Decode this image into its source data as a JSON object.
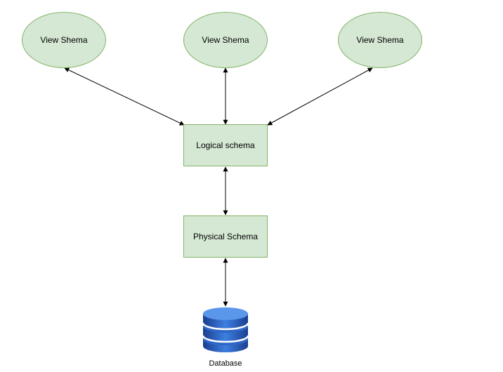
{
  "nodes": {
    "view1": "View Shema",
    "view2": "View Shema",
    "view3": "View Shema",
    "logical": "Logical schema",
    "physical": "Physical Schema",
    "database": "Database"
  },
  "colors": {
    "fill": "#d5e8d4",
    "stroke": "#82b366",
    "db_blue_dark": "#1e4fa8",
    "db_blue_light": "#3d7fe0"
  },
  "icons": {
    "database": "database-icon"
  }
}
